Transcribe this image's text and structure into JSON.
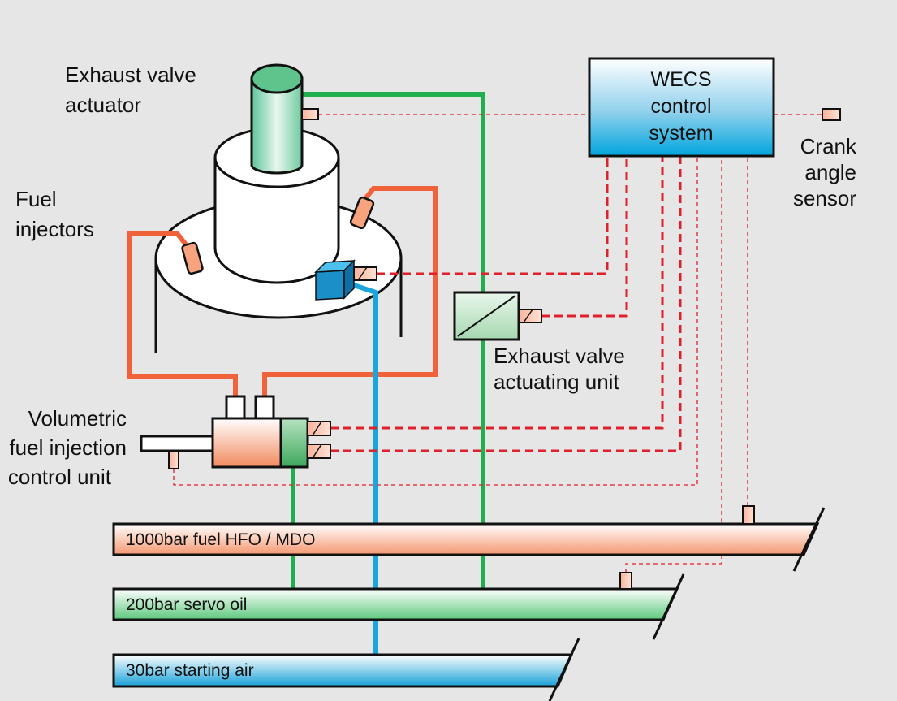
{
  "labels": {
    "exhaust_valve_actuator": [
      "Exhaust valve",
      "actuator"
    ],
    "fuel_injectors": [
      "Fuel",
      "injectors"
    ],
    "wecs": [
      "WECS",
      "control",
      "system"
    ],
    "crank_angle_sensor": [
      "Crank",
      "angle",
      "sensor"
    ],
    "exhaust_valve_actuating_unit": [
      "Exhaust valve",
      "actuating unit"
    ],
    "fuel_injection_control_unit": [
      "Volumetric",
      "fuel injection",
      "control unit"
    ]
  },
  "rails": {
    "fuel": "1000bar fuel HFO / MDO",
    "servo": "200bar servo oil",
    "air": "30bar starting air"
  },
  "colors": {
    "background": "#e6e6e6",
    "fuel_line": "#f0623a",
    "servo_line": "#1eb04c",
    "air_line": "#1aa6dc",
    "signal_line": "#e0202a"
  }
}
